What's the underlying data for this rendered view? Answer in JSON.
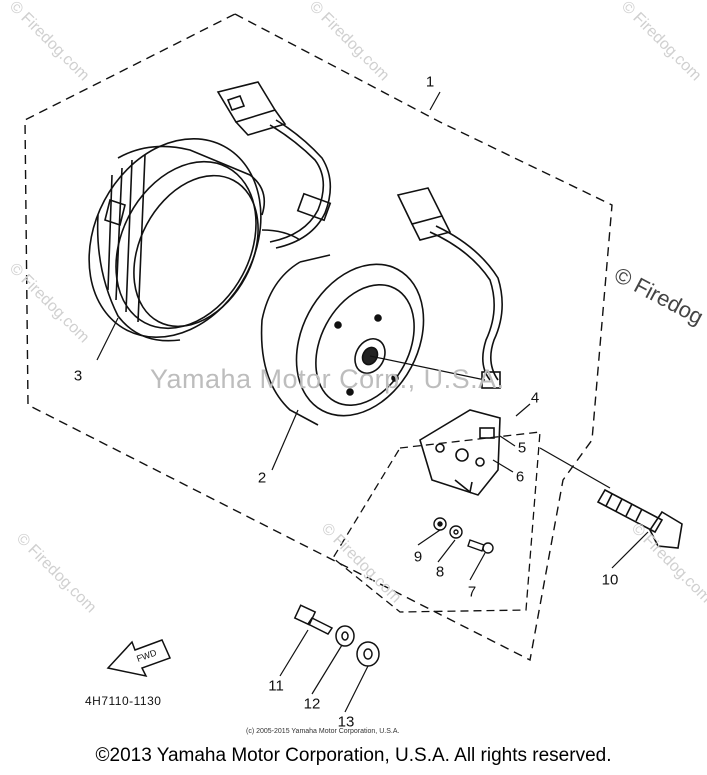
{
  "watermarks": {
    "main": "Yamaha Motor Corp., U.S.A.",
    "side": "© Firedog",
    "repeat": "© Firedog.com"
  },
  "callouts": [
    "1",
    "2",
    "3",
    "4",
    "5",
    "6",
    "7",
    "8",
    "9",
    "10",
    "11",
    "12",
    "13"
  ],
  "part_code": "4H7110-1130",
  "fwd_label": "FWD",
  "small_copyright": "(c) 2005-2015 Yamaha Motor Corporation, U.S.A.",
  "footer": "©2013 Yamaha Motor Corporation, U.S.A. All rights reserved."
}
